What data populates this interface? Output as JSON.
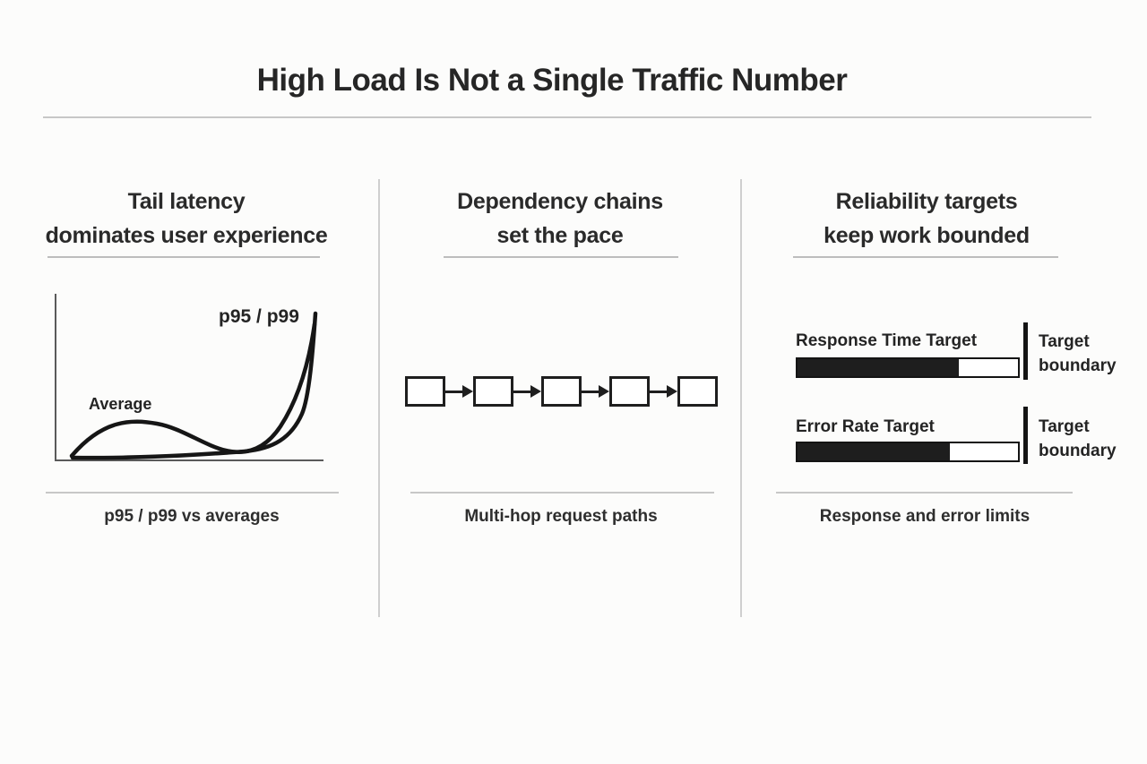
{
  "title": "High Load Is Not a Single Traffic Number",
  "columns": [
    {
      "heading_line1": "Tail latency",
      "heading_line2": "dominates user experience",
      "caption": "p95 / p99 vs averages"
    },
    {
      "heading_line1": "Dependency chains",
      "heading_line2": "set the pace",
      "caption": "Multi-hop request paths"
    },
    {
      "heading_line1": "Reliability targets",
      "heading_line2": "keep work bounded",
      "caption": "Response and error limits"
    }
  ],
  "latency_chart": {
    "tail_label": "p95 / p99",
    "average_label": "Average"
  },
  "dependency_chain": {
    "box_count": 5
  },
  "reliability": {
    "rows": [
      {
        "label": "Response Time Target",
        "fill_percent": 73,
        "boundary_label_line1": "Target",
        "boundary_label_line2": "boundary"
      },
      {
        "label": "Error Rate Target",
        "fill_percent": 69,
        "boundary_label_line1": "Target",
        "boundary_label_line2": "boundary"
      }
    ]
  },
  "colors": {
    "ink": "#1e1e1e",
    "text": "#2b2b2b",
    "rule": "#c7c7c7",
    "bg": "#fcfcfb"
  }
}
